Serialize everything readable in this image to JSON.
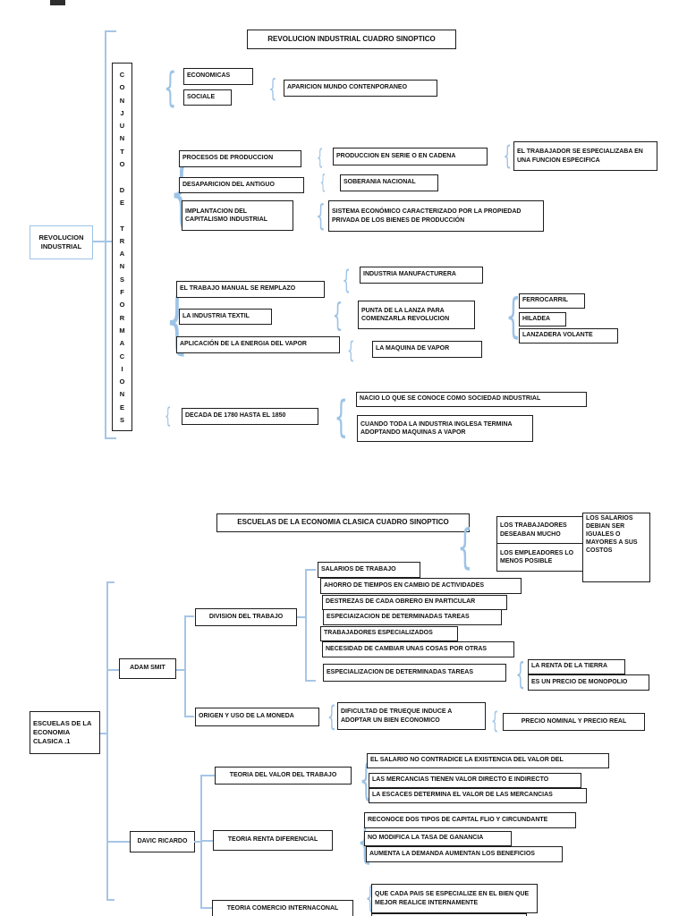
{
  "glyphs": {
    "brace": "{"
  },
  "colors": {
    "accent": "#9dc3e6",
    "border": "#1c1c1c",
    "background": "#ffffff"
  },
  "top_chart": {
    "title": "REVOLUCION INDUSTRIAL CUADRO SINOPTICO",
    "root": "REVOLUCION INDUSTRIAL",
    "spine": "CONJUNTO DE TRANSFORMACIONES",
    "nodes": {
      "economicas": "ECONOMICAS",
      "sociale": "SOCIALE",
      "aparicion": "APARICION MUNDO CONTENPORANEO",
      "procesos": "PROCESOS DE PRODUCCION",
      "desaparicion": "DESAPARICION DEL ANTIGUO",
      "implantacion": "IMPLANTACION DEL CAPITALISMO INDUSTRIAL",
      "produccion_serie": "PRODUCCION EN SERIE O EN CADENA",
      "soberania": "SOBERANIA NACIONAL",
      "sistema": "SISTEMA ECONÓMICO CARACTERIZADO POR LA PROPIEDAD PRIVADA DE LOS BIENES DE PRODUCCIÓN",
      "trabajador": "EL TRABAJADOR SE ESPECIALIZABA EN UNA FUNCION ESPECIFICA",
      "trabajo_manual": "EL TRABAJO MANUAL SE REMPLAZO",
      "industria_textil": "LA INDUSTRIA TEXTIL",
      "aplicacion": "APLICACIÓN DE LA ENERGIA DEL VAPOR",
      "manufacturera": "INDUSTRIA MANUFACTURERA",
      "punta": "PUNTA DE LA LANZA PARA COMENZARLA REVOLUCION",
      "maquina": "LA MAQUINA DE VAPOR",
      "ferrocarril": "FERROCARRIL",
      "hiladea": "HILADEA",
      "lanzadera": "LANZADERA VOLANTE",
      "decada": "DECADA DE 1780 HASTA EL 1850",
      "nacio": "NACIO LO QUE SE CONOCE COMO SOCIEDAD INDUSTRIAL",
      "cuando": "CUANDO TODA LA INDUSTRIA INGLESA TERMINA ADOPTANDO MAQUINAS A VAPOR"
    }
  },
  "bottom_chart": {
    "title": "ESCUELAS DE LA ECONOMIA CLASICA CUADRO SINOPTICO",
    "root": "ESCUELAS DE LA ECONOMIA CLASICA .1",
    "nodes": {
      "adam": "ADAM SMIT",
      "davic": "DAVIC RICARDO",
      "division": "DIVISION DEL TRABAJO",
      "origen": "ORIGEN Y USO DE LA MONEDA",
      "salarios_trabajo": "SALARIOS DE TRABAJO",
      "ahorro": "AHORRO DE TIEMPOS EN CAMBIO DE ACTIVIDADES",
      "destrezas": "DESTREZAS DE CADA OBRERO EN PARTICULAR",
      "especiaizacion": "ESPECIAIZACION DE DETERMINADAS TAREAS",
      "trabajadores_esp": "TRABAJADORES ESPECIALIZADOS",
      "necesidad": "NECESIDAD DE CAMBIAR UNAS COSAS POR OTRAS",
      "especializacion2": "ESPECIALIZACION DE DETERMINADAS TAREAS",
      "los_trabajadores": "LOS TRABAJADORES DESEABAN MUCHO",
      "los_empleadores": "LOS EMPLEADORES LO MENOS POSIBLE",
      "los_salarios": "LOS SALARIOS DEBIAN SER IGUALES O MAYORES A SUS COSTOS",
      "renta_tierra": "LA RENTA DE LA TIERRA",
      "monopolio": "ES UN PRECIO DE MONOPOLIO",
      "dificultad": "DIFICULTAD DE TRUEQUE INDUCE A ADOPTAR UN BIEN ECONOMICO",
      "precio_nominal": "PRECIO NOMINAL Y PRECIO REAL",
      "teoria_valor": "TEORIA DEL VALOR DEL TRABAJO",
      "tv1": "EL SALARIO NO CONTRADICE LA EXISTENCIA DEL VALOR DEL",
      "tv2": "LAS MERCANCIAS TIENEN VALOR DIRECTO E INDIRECTO",
      "tv3": "LA ESCACES DETERMINA EL VALOR DE LAS MERCANCIAS",
      "teoria_renta": "TEORIA RENTA DIFERENCIAL",
      "tr1": "RECONOCE DOS TIPOS DE CAPITAL FLIO Y CIRCUNDANTE",
      "tr2": "NO MODIFICA LA TASA DE GANANCIA",
      "tr3": "AUMENTA LA DEMANDA AUMENTAN LOS BENEFICIOS",
      "teoria_comercio": "TEORIA COMERCIO INTERNACONAL",
      "tc1": "QUE CADA PAIS SE ESPECIALIZE EN EL BIEN QUE MEJOR REALICE INTERNAMENTE"
    }
  }
}
